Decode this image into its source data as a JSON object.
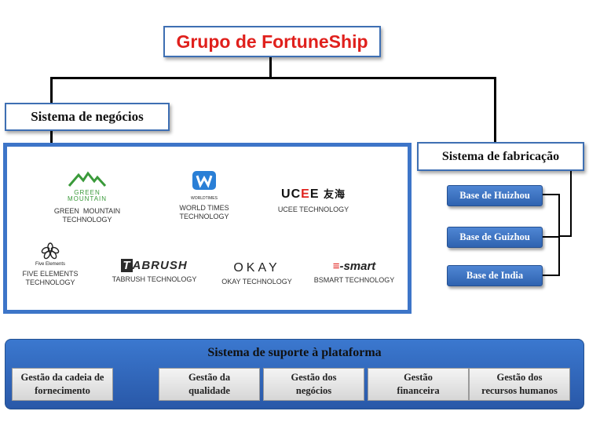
{
  "title": "Grupo de FortuneShip",
  "business": {
    "label": "Sistema de negócios",
    "brands": [
      {
        "logo": "GREEN\nMOUNTAIN",
        "name": "GREEN  MOUNTAIN\nTECHNOLOGY"
      },
      {
        "logo": "WORLDTIMES",
        "name": "WORLD TIMES\nTECHNOLOGY"
      },
      {
        "logo": "UCEE 友海",
        "name": "UCEE TECHNOLOGY"
      },
      {
        "logo": "Five Elements",
        "name": "FIVE ELEMENTS\nTECHNOLOGY"
      },
      {
        "logo": "TABRUSH",
        "name": "TABRUSH  TECHNOLOGY"
      },
      {
        "logo": "OKAY",
        "name": "OKAY TECHNOLOGY"
      },
      {
        "logo": "-smart",
        "name": "BSMART TECHNOLOGY"
      }
    ]
  },
  "manufacturing": {
    "label": "Sistema de fabricação",
    "bases": [
      "Base de Huizhou",
      "Base de Guizhou",
      "Base de  India"
    ]
  },
  "support": {
    "label": "Sistema de suporte à plataforma",
    "items": [
      "Gestão da cadeia de\nfornecimento",
      "Gestão da\nqualidade",
      "Gestão dos\nnegócios",
      "Gestão\nfinanceira",
      "Gestão dos\nrecursos humanos"
    ]
  },
  "colors": {
    "title_red": "#e0201c",
    "border_blue": "#3e6fb3",
    "panel_blue": "#3d75c8",
    "green_logo": "#3a9a3a"
  }
}
